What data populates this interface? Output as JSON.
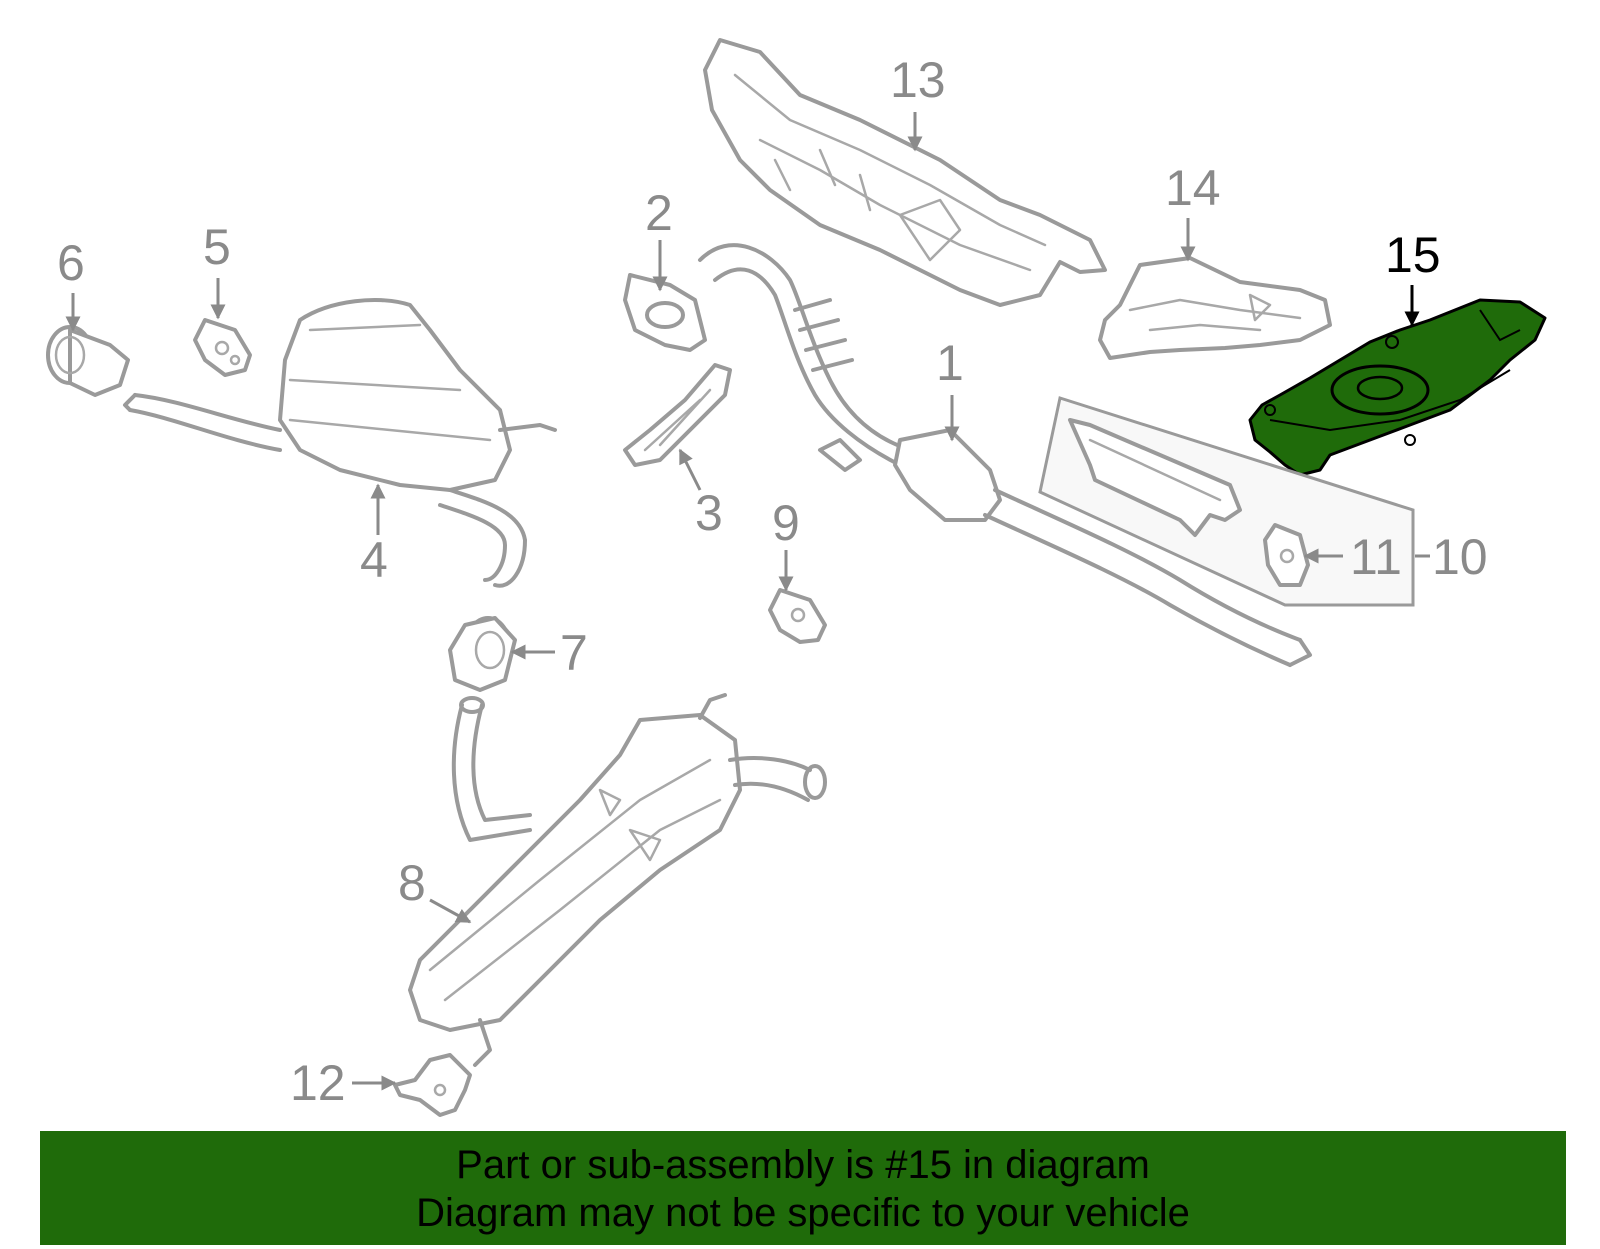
{
  "highlight_color": "#1f6b0a",
  "part_stroke_color": "#9a9a9a",
  "callouts": {
    "c1": "1",
    "c2": "2",
    "c3": "3",
    "c4": "4",
    "c5": "5",
    "c6": "6",
    "c7": "7",
    "c8": "8",
    "c9": "9",
    "c10": "10",
    "c11": "11",
    "c12": "12",
    "c13": "13",
    "c14": "14",
    "c15": "15"
  },
  "highlighted_part": "15",
  "banner": {
    "line1": "Part or sub-assembly is #15 in diagram",
    "line2": "Diagram may not be specific to your vehicle"
  }
}
